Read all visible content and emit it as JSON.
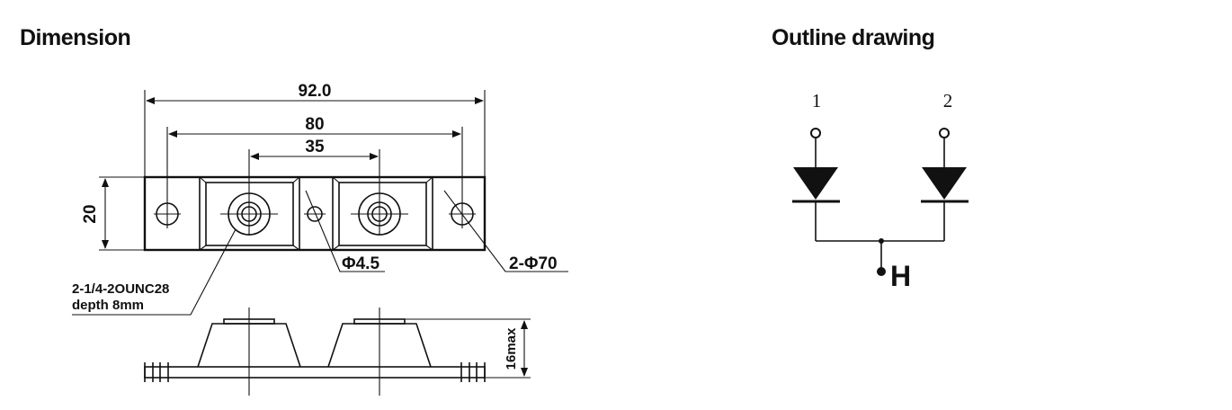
{
  "titles": {
    "dimension": "Dimension",
    "outline": "Outline drawing"
  },
  "dimensions": {
    "overall_length": "92.0",
    "mounting_hole_pitch": "80",
    "terminal_pitch": "35",
    "height": "20",
    "center_hole": "Φ4.5",
    "mounting_holes": "2-Φ70",
    "thread_line1": "2-1/4-2OUNC28",
    "thread_line2": "depth 8mm",
    "max_height": "16max"
  },
  "schematic": {
    "pin1": "1",
    "pin2": "2",
    "common": "H"
  }
}
